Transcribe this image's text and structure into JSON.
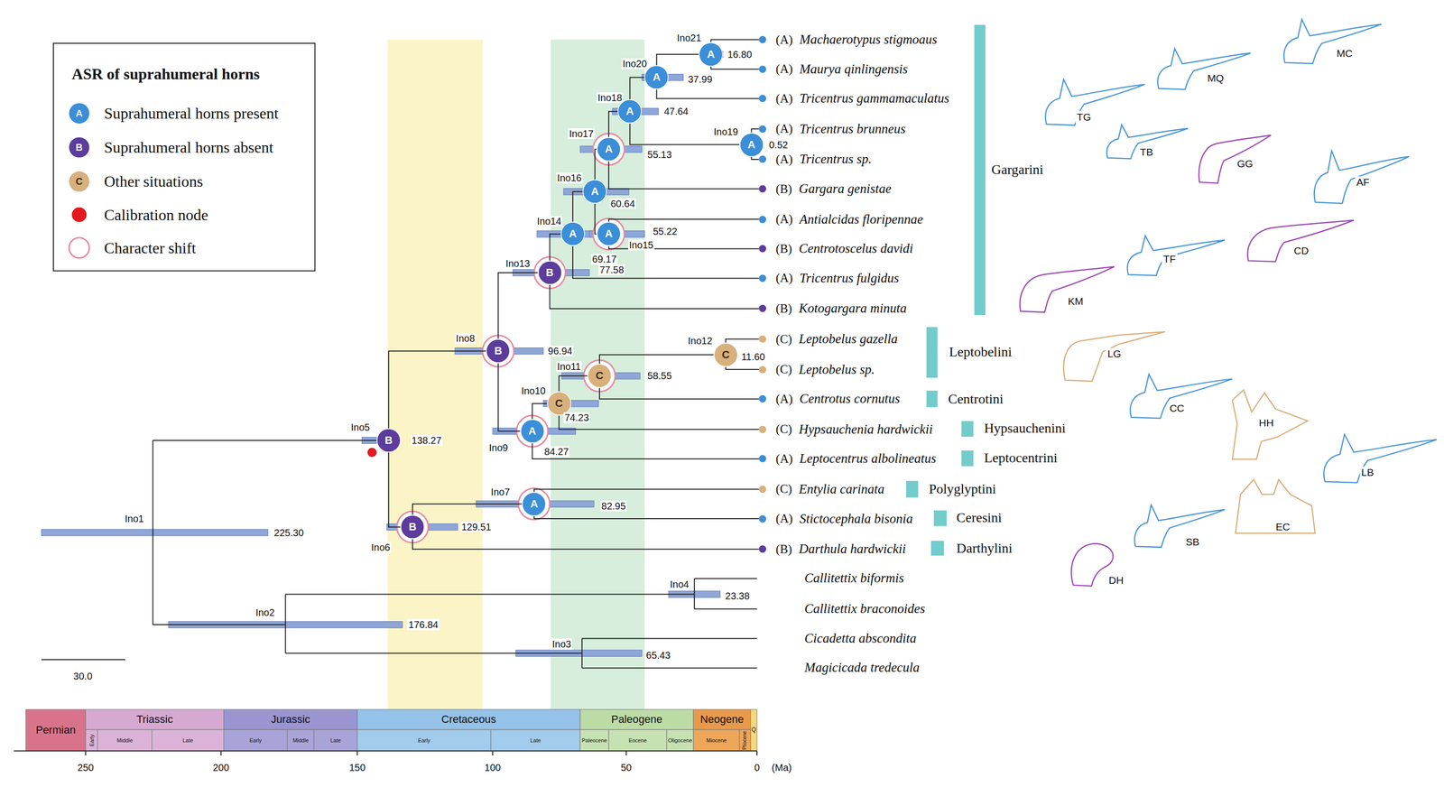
{
  "diagram": {
    "nodes": [
      {
        "text": [
          "B",
          "Ino5",
          "138.27"
        ]
      },
      {
        "text": [
          "B",
          "Ino6",
          "129.51"
        ]
      },
      {
        "text": [
          "A",
          "Ino7",
          "82.95"
        ]
      },
      {
        "text": [
          "B",
          "Ino8",
          "96.94"
        ]
      },
      {
        "text": [
          "A",
          "Ino9",
          "84.27"
        ]
      },
      {
        "text": [
          "C",
          "Ino10",
          "74.23"
        ]
      },
      {
        "text": [
          "C",
          "Ino11",
          "58.55"
        ]
      },
      {
        "text": [
          "C",
          "Ino12",
          "11.60"
        ]
      },
      {
        "text": [
          "B",
          "Ino13",
          "77.58"
        ]
      },
      {
        "text": [
          "A",
          "Ino14",
          "69.17"
        ]
      },
      {
        "text": [
          "A",
          "Ino15",
          "55.22"
        ]
      },
      {
        "text": [
          "A",
          "Ino16",
          "60.64"
        ]
      },
      {
        "text": [
          "A",
          "Ino17",
          "55.13"
        ]
      },
      {
        "text": [
          "A",
          "Ino18",
          "47.64"
        ]
      },
      {
        "text": [
          "A",
          "Ino19",
          "0.52"
        ]
      },
      {
        "text": [
          "A",
          "Ino20",
          "37.99"
        ]
      },
      {
        "text": [
          "A",
          "Ino21",
          "16.80"
        ]
      },
      {
        "text": [
          "(A)",
          "Machaerotypus stigmoaus"
        ]
      },
      {
        "text": [
          "(A)",
          "Maurya qinlingensis"
        ]
      },
      {
        "text": [
          "(A)",
          "Tricentrus gammamaculatus"
        ]
      },
      {
        "text": [
          "(A)",
          "Tricentrus brunneus"
        ]
      },
      {
        "text": [
          "(A)",
          "Tricentrus sp."
        ]
      },
      {
        "text": [
          "(B)",
          "Gargara genistae"
        ]
      },
      {
        "text": [
          "(A)",
          "Antialcidas floripennae"
        ]
      },
      {
        "text": [
          "(B)",
          "Centrotoscelus davidi"
        ]
      },
      {
        "text": [
          "(A)",
          "Tricentrus fulgidus"
        ]
      },
      {
        "text": [
          "(B)",
          "Kotogargara minuta"
        ]
      },
      {
        "text": [
          "(C)",
          "Leptobelus gazella"
        ]
      },
      {
        "text": [
          "(C)",
          "Leptobelus sp."
        ]
      },
      {
        "text": [
          "(A)",
          "Centrotus cornutus"
        ]
      },
      {
        "text": [
          "(C)",
          "Hypsauchenia hardwickii"
        ]
      },
      {
        "text": [
          "(A)",
          "Leptocentrus albolineatus"
        ]
      },
      {
        "text": [
          "(C)",
          "Entylia carinata"
        ]
      },
      {
        "text": [
          "(A)",
          "Stictocephala bisonia"
        ]
      },
      {
        "text": [
          "(B)",
          "Darthula hardwickii"
        ]
      }
    ],
    "edges": [
      {
        "from": 0,
        "to": 3,
        "arrow": "none"
      },
      {
        "from": 0,
        "to": 1,
        "arrow": "none"
      },
      {
        "from": 1,
        "to": 2,
        "arrow": "none"
      },
      {
        "from": 1,
        "to": 34,
        "arrow": "none"
      },
      {
        "from": 2,
        "to": 32,
        "arrow": "none"
      },
      {
        "from": 2,
        "to": 33,
        "arrow": "none"
      },
      {
        "from": 3,
        "to": 8,
        "arrow": "none"
      },
      {
        "from": 3,
        "to": 4,
        "arrow": "none"
      },
      {
        "from": 4,
        "to": 5,
        "arrow": "none"
      },
      {
        "from": 4,
        "to": 31,
        "arrow": "none"
      },
      {
        "from": 5,
        "to": 6,
        "arrow": "none"
      },
      {
        "from": 5,
        "to": 30,
        "arrow": "none"
      },
      {
        "from": 6,
        "to": 7,
        "arrow": "none"
      },
      {
        "from": 6,
        "to": 29,
        "arrow": "none"
      },
      {
        "from": 7,
        "to": 27,
        "arrow": "none"
      },
      {
        "from": 7,
        "to": 28,
        "arrow": "none"
      },
      {
        "from": 8,
        "to": 9,
        "arrow": "none"
      },
      {
        "from": 8,
        "to": 26,
        "arrow": "none"
      },
      {
        "from": 9,
        "to": 11,
        "arrow": "none"
      },
      {
        "from": 9,
        "to": 25,
        "arrow": "none"
      },
      {
        "from": 10,
        "to": 23,
        "arrow": "none"
      },
      {
        "from": 10,
        "to": 24,
        "arrow": "none"
      },
      {
        "from": 11,
        "to": 12,
        "arrow": "none"
      },
      {
        "from": 11,
        "to": 10,
        "arrow": "none"
      },
      {
        "from": 12,
        "to": 13,
        "arrow": "none"
      },
      {
        "from": 12,
        "to": 22,
        "arrow": "none"
      },
      {
        "from": 13,
        "to": 15,
        "arrow": "none"
      },
      {
        "from": 13,
        "to": 14,
        "arrow": "none"
      },
      {
        "from": 14,
        "to": 20,
        "arrow": "none"
      },
      {
        "from": 14,
        "to": 21,
        "arrow": "none"
      },
      {
        "from": 15,
        "to": 16,
        "arrow": "none"
      },
      {
        "from": 15,
        "to": 19,
        "arrow": "none"
      },
      {
        "from": 16,
        "to": 17,
        "arrow": "none"
      },
      {
        "from": 16,
        "to": 18,
        "arrow": "none"
      }
    ],
    "labels": [
      "ASR of suprahumeral horns",
      "A",
      "B",
      "C",
      "Ino1",
      "225.30",
      "Ino2",
      "176.84",
      "Ino3",
      "65.43",
      "Ino4",
      "23.38",
      "Callitettix biformis",
      "Callitettix braconoides",
      "Cicadetta abscondita",
      "Magicicada tredecula",
      "Gargarini",
      "Leptobelini",
      "Centrotini",
      "Hypsauchenini",
      "Leptocentrini",
      "Polyglyptini",
      "Ceresini",
      "Darthylini",
      "MC",
      "MQ",
      "TG",
      "TB",
      "GG",
      "AF",
      "TF",
      "CD",
      "KM",
      "LG",
      "CC",
      "HH",
      "LB",
      "SB",
      "EC",
      "DH",
      "30.0",
      "Permian",
      "Triassic",
      "Jurassic",
      "Cretaceous",
      "Paleogene",
      "Neogene",
      "Q",
      "Early",
      "Middle",
      "Late",
      "Early",
      "Middle",
      "Late",
      "Early",
      "Late",
      "Paleocene",
      "Eocene",
      "Oligocene",
      "Miocene",
      "Pliocene",
      "250",
      "200",
      "150",
      "100",
      "50",
      "0",
      "(Ma)"
    ],
    "legend": [
      {
        "text": "Suprahumeral horns present",
        "color": "#3b8ed8"
      },
      {
        "text": "Suprahumeral horns absent",
        "color": "#5c3c9c"
      },
      {
        "text": "Other situations",
        "color": "#d8b07c"
      },
      {
        "text": "Calibration node",
        "color": "#e3191f"
      },
      {
        "text": "Character shift"
      }
    ]
  }
}
